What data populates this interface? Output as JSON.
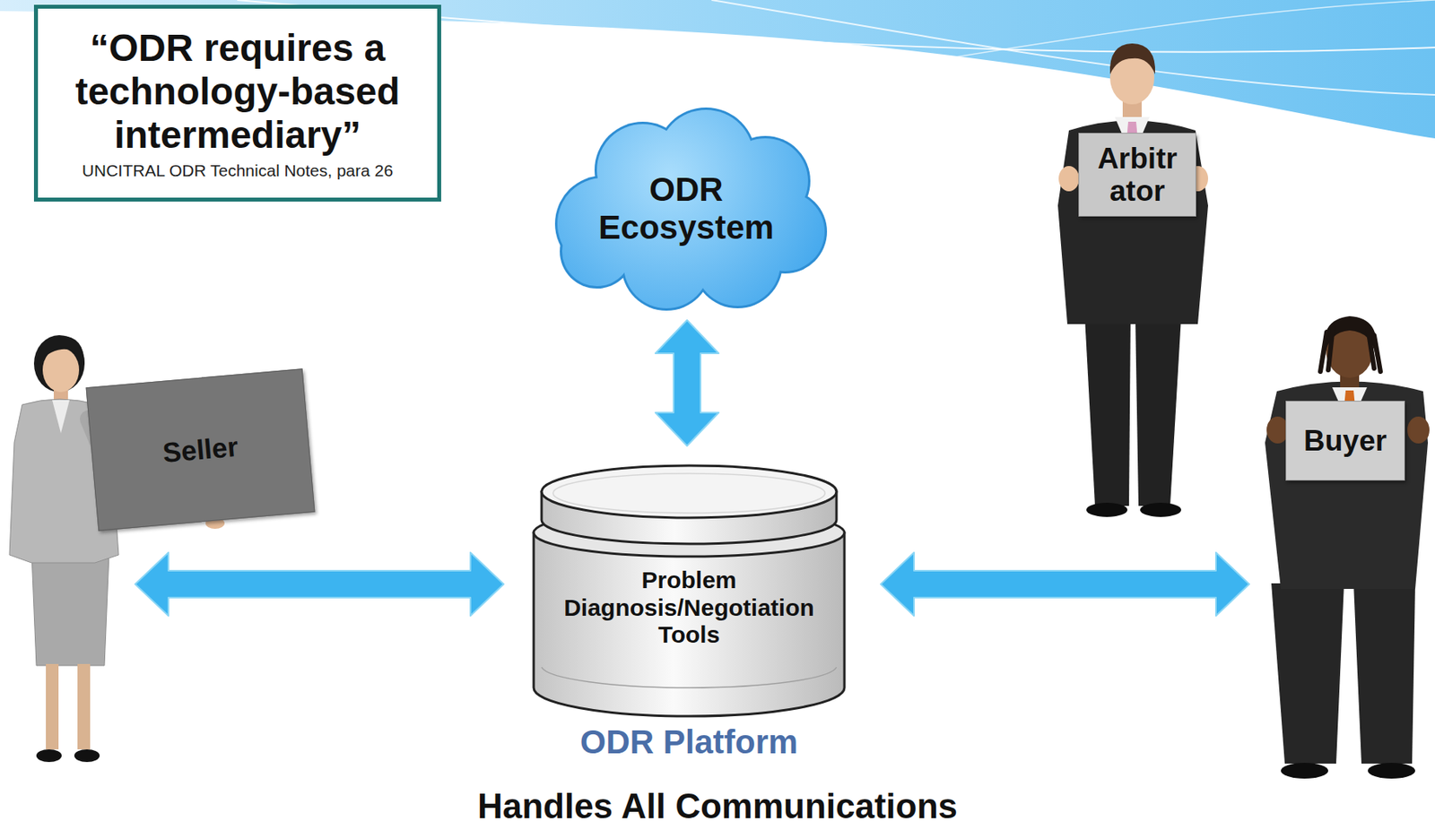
{
  "diagram": {
    "caption": "Handles All Communications",
    "nodes": [
      {
        "text": [
          "“ODR requires a technology-based intermediary”",
          "UNCITRAL ODR Technical Notes, para 26"
        ]
      },
      {
        "text": [
          "ODR Ecosystem"
        ]
      },
      {
        "text": [
          "Arbitr ator"
        ]
      },
      {
        "text": [
          "Seller"
        ]
      },
      {
        "text": [
          "Buyer"
        ]
      },
      {
        "text": [
          "Problem Diagnosis/Negotiation Tools",
          "ODR Platform"
        ]
      }
    ],
    "edges": [
      {
        "from": 3,
        "to": 5,
        "arrow": "both"
      },
      {
        "from": 5,
        "to": 4,
        "arrow": "both"
      },
      {
        "from": 1,
        "to": 5,
        "arrow": "both"
      }
    ]
  }
}
